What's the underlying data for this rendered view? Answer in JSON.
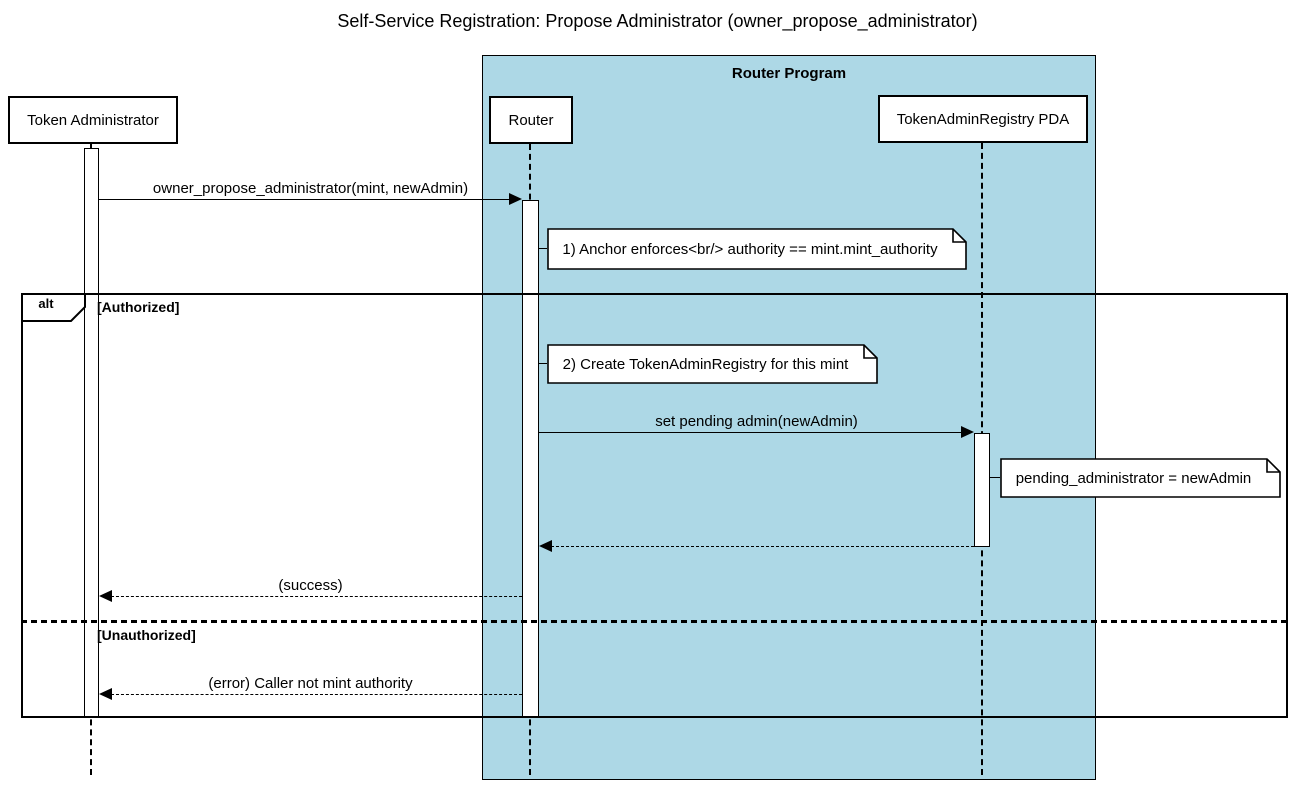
{
  "diagram": {
    "title": "Self-Service Registration: Propose Administrator (owner_propose_administrator)",
    "type": "sequence-diagram",
    "colors": {
      "background": "#FFFFFF",
      "program_frame_fill": "#ADD8E6",
      "line": "#000000",
      "note_fill": "#FFFFFF"
    }
  },
  "frames": {
    "router_program": {
      "label": "Router Program"
    },
    "alt": {
      "label": "alt",
      "branches": [
        {
          "guard": "[Authorized]"
        },
        {
          "guard": "[Unauthorized]"
        }
      ]
    }
  },
  "participants": [
    {
      "name": "Token Administrator"
    },
    {
      "name": "Router"
    },
    {
      "name": "TokenAdminRegistry PDA"
    }
  ],
  "messages": {
    "call_propose": {
      "label": "owner_propose_administrator(mint, newAdmin)",
      "style": "solid",
      "from": "Token Administrator",
      "to": "Router"
    },
    "set_pending": {
      "label": "set pending admin(newAdmin)",
      "style": "solid",
      "from": "Router",
      "to": "TokenAdminRegistry PDA"
    },
    "pda_return": {
      "label": "",
      "style": "dashed",
      "from": "TokenAdminRegistry PDA",
      "to": "Router"
    },
    "success": {
      "label": "(success)",
      "style": "dashed",
      "from": "Router",
      "to": "Token Administrator"
    },
    "error": {
      "label": "(error) Caller not mint authority",
      "style": "dashed",
      "from": "Router",
      "to": "Token Administrator"
    }
  },
  "notes": [
    {
      "text": "1) Anchor enforces<br/> authority == mint.mint_authority",
      "anchor": "Router"
    },
    {
      "text": "2) Create TokenAdminRegistry for this mint",
      "anchor": "Router"
    },
    {
      "text": "pending_administrator = newAdmin",
      "anchor": "TokenAdminRegistry PDA"
    }
  ]
}
